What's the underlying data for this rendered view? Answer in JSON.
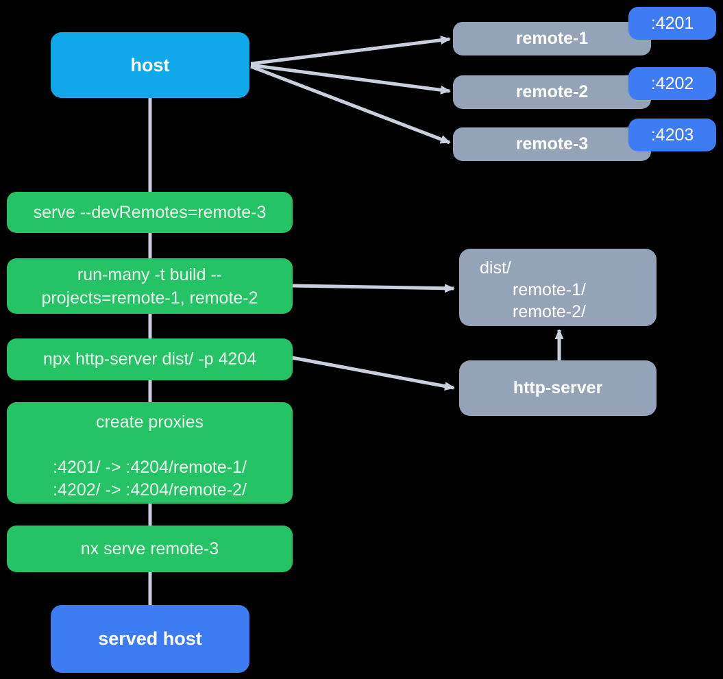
{
  "colors": {
    "background": "#000000",
    "host_blue": "#11a7eb",
    "accent_blue": "#3e7cf3",
    "slate_gray": "#94a3b8",
    "green": "#25c366",
    "arrow_gray": "#c9cfdd",
    "white": "#ffffff",
    "green_box_text": "#eaf8f0"
  },
  "nodes": {
    "host": {
      "label": "host"
    },
    "remotes": [
      {
        "label": "remote-1",
        "port": ":4201"
      },
      {
        "label": "remote-2",
        "port": ":4202"
      },
      {
        "label": "remote-3",
        "port": ":4203"
      }
    ],
    "steps": {
      "serve": {
        "label": "serve --devRemotes=remote-3"
      },
      "run_many": {
        "line1": "run-many -t build --",
        "line2": "projects=remote-1, remote-2"
      },
      "http_server_cmd": {
        "label": "npx http-server dist/ -p 4204"
      },
      "proxies": {
        "title": "create proxies",
        "line1": ":4201/ -> :4204/remote-1/",
        "line2": ":4202/ -> :4204/remote-2/"
      },
      "nx_serve": {
        "label": "nx serve remote-3"
      }
    },
    "dist": {
      "line1": "dist/",
      "line2": "remote-1/",
      "line3": "remote-2/"
    },
    "http_server": {
      "label": "http-server"
    },
    "served_host": {
      "label": "served host"
    }
  }
}
